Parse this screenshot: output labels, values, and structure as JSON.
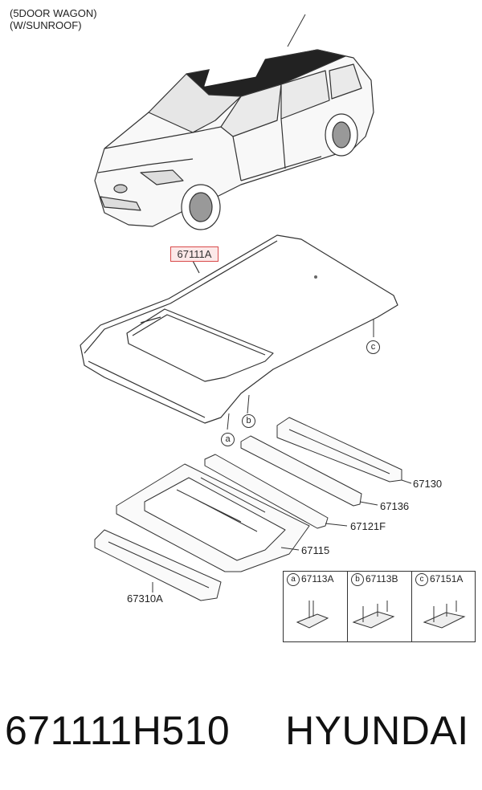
{
  "header": {
    "line1": "(5DOOR WAGON)",
    "line2": "(W/SUNROOF)"
  },
  "parts": {
    "roof_panel": "67111A",
    "rail_rear": "67130",
    "bow_rear": "67136",
    "rail_center": "67121F",
    "sunroof_frame": "67115",
    "rail_front": "67310A"
  },
  "callouts": {
    "a": "a",
    "b": "b",
    "c": "c"
  },
  "legend": {
    "items": [
      {
        "letter": "a",
        "part": "67113A"
      },
      {
        "letter": "b",
        "part": "67113B"
      },
      {
        "letter": "c",
        "part": "67151A"
      }
    ]
  },
  "footer": {
    "part_number": "671111H510",
    "brand": "HYUNDAI"
  }
}
